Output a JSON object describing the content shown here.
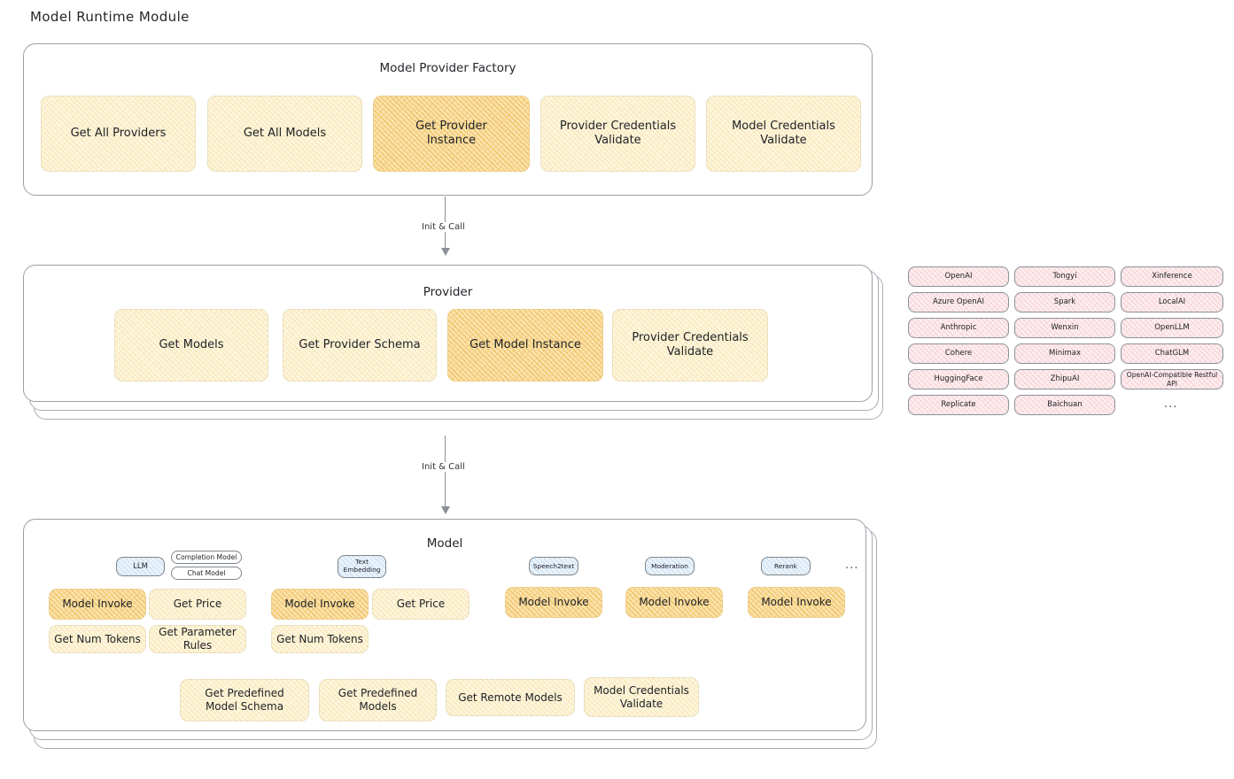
{
  "page": {
    "title": "Model Runtime Module"
  },
  "factory": {
    "title": "Model Provider Factory",
    "items": [
      {
        "label": "Get All Providers",
        "highlight": false
      },
      {
        "label": "Get All Models",
        "highlight": false
      },
      {
        "label": "Get Provider Instance",
        "highlight": true
      },
      {
        "label": "Provider Credentials Validate",
        "highlight": false
      },
      {
        "label": "Model Credentials Validate",
        "highlight": false
      }
    ]
  },
  "arrows": {
    "first": "Init & Call",
    "second": "Init & Call"
  },
  "provider": {
    "title": "Provider",
    "items": [
      {
        "label": "Get Models",
        "highlight": false
      },
      {
        "label": "Get Provider Schema",
        "highlight": false
      },
      {
        "label": "Get Model Instance",
        "highlight": true
      },
      {
        "label": "Provider Credentials Validate",
        "highlight": false
      }
    ]
  },
  "provider_list": {
    "columns": [
      [
        "OpenAI",
        "Azure OpenAI",
        "Anthropic",
        "Cohere",
        "HuggingFace",
        "Replicate"
      ],
      [
        "Tongyi",
        "Spark",
        "Wenxin",
        "Minimax",
        "ZhipuAI",
        "Baichuan"
      ],
      [
        "Xinference",
        "LocalAI",
        "OpenLLM",
        "ChatGLM",
        "OpenAI-Compatible Restful API"
      ]
    ],
    "more": "..."
  },
  "model": {
    "title": "Model",
    "more": "...",
    "types": [
      {
        "name": "LLM",
        "subtypes": [
          "Completion Model",
          "Chat Model"
        ],
        "actions": [
          "Model Invoke",
          "Get Price",
          "Get Num Tokens",
          "Get Parameter Rules"
        ]
      },
      {
        "name": "Text Embedding",
        "subtypes": [],
        "actions": [
          "Model Invoke",
          "Get Price",
          "Get Num Tokens"
        ]
      },
      {
        "name": "Speech2text",
        "subtypes": [],
        "actions": [
          "Model Invoke"
        ]
      },
      {
        "name": "Moderation",
        "subtypes": [],
        "actions": [
          "Model Invoke"
        ]
      },
      {
        "name": "Rerank",
        "subtypes": [],
        "actions": [
          "Model Invoke"
        ]
      }
    ],
    "common_actions": [
      "Get Predefined Model Schema",
      "Get Predefined Models",
      "Get Remote Models",
      "Model Credentials Validate"
    ]
  },
  "colors": {
    "cream": "#fdf6e0",
    "amber": "#fbe3ad",
    "pink": "#fdeef0",
    "blue": "#eaf3fb",
    "border": "#9aa0a6"
  }
}
